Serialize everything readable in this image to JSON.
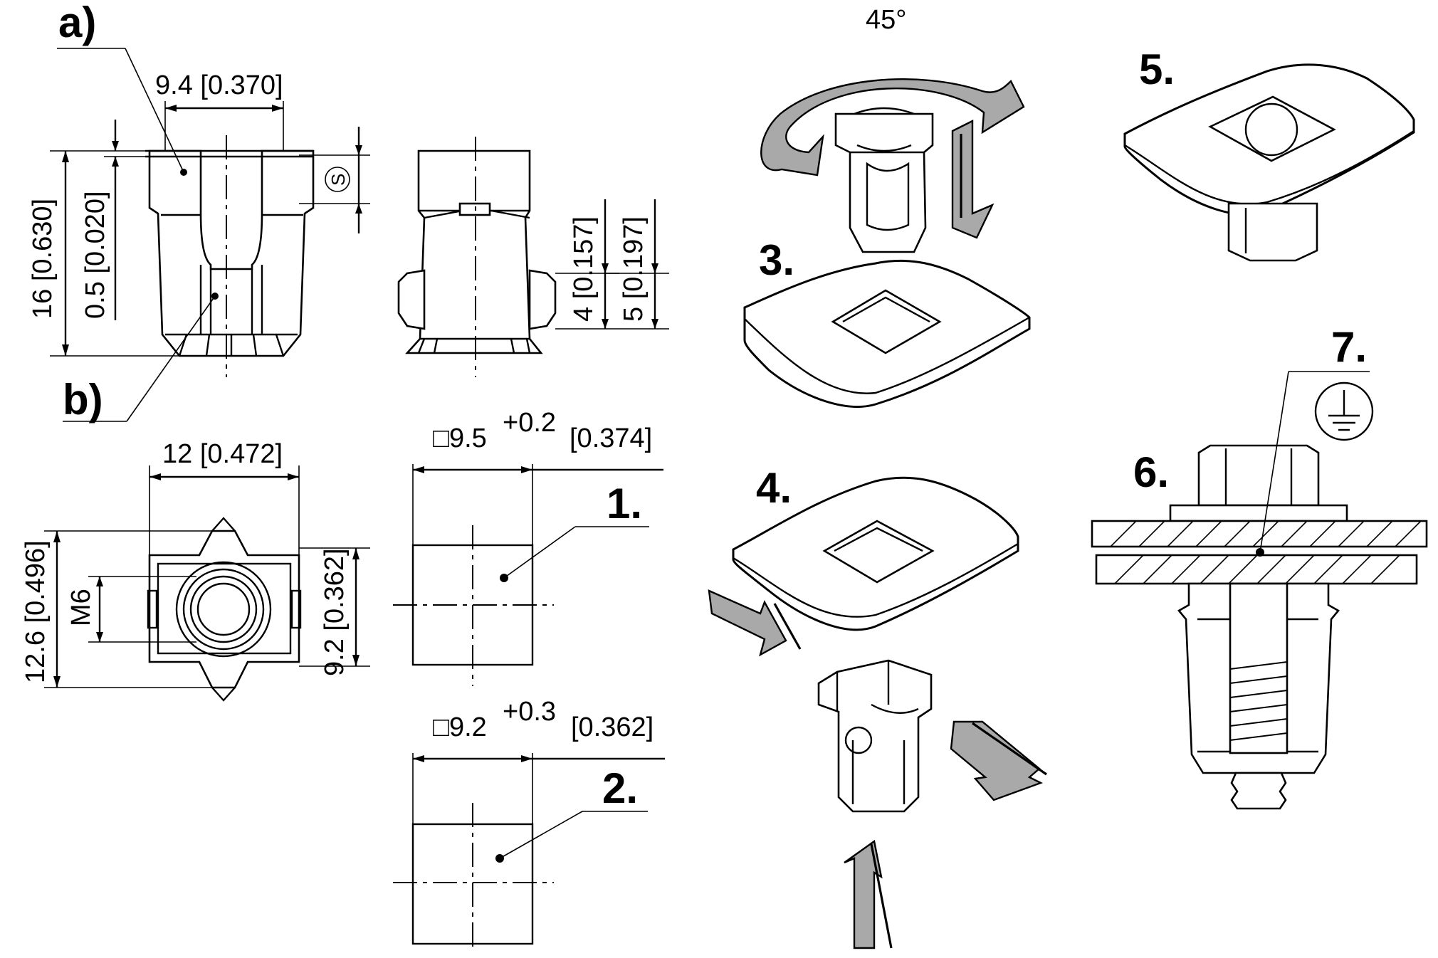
{
  "labels": {
    "a": "a)",
    "b": "b)"
  },
  "dimensions": {
    "top_width": "9.4 [0.370]",
    "height": "16 [0.630]",
    "flange": "0.5 [0.020]",
    "s_symbol": "S",
    "h4": "4 [0.157]",
    "h5": "5 [0.197]",
    "width12": "12 [0.472]",
    "width12_6": "12.6 [0.496]",
    "m6": "M6",
    "width9_2": "9.2 [0.362]"
  },
  "holes": {
    "hole1": {
      "prefix": "□9.5",
      "tolerance": "+0.2",
      "inch": "[0.374]"
    },
    "hole2": {
      "prefix": "□9.2",
      "tolerance": "+0.3",
      "inch": "[0.362]"
    }
  },
  "angle": "45°",
  "steps": [
    "1.",
    "2.",
    "3.",
    "4.",
    "5.",
    "6.",
    "7."
  ],
  "ground_icon": "ground-symbol-icon"
}
